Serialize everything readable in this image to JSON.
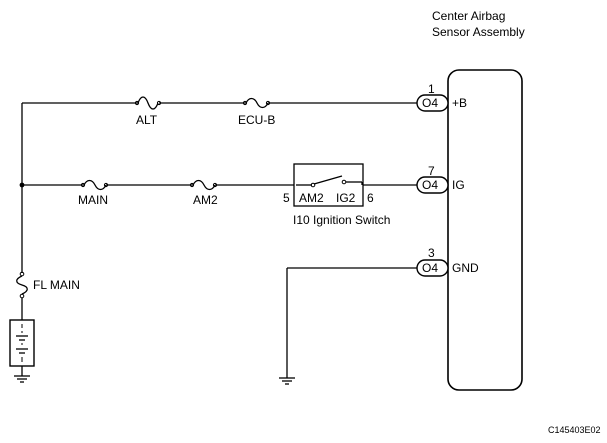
{
  "component": {
    "title_line1": "Center Airbag",
    "title_line2": "Sensor Assembly"
  },
  "pins": [
    {
      "pin_number": "1",
      "connector": "O4",
      "terminal": "+B"
    },
    {
      "pin_number": "7",
      "connector": "O4",
      "terminal": "IG"
    },
    {
      "pin_number": "3",
      "connector": "O4",
      "terminal": "GND"
    }
  ],
  "fuses": {
    "alt": "ALT",
    "ecu_b": "ECU-B",
    "main": "MAIN",
    "am2": "AM2",
    "fl_main": "FL MAIN"
  },
  "ignition_switch": {
    "name": "I10 Ignition Switch",
    "left_terminal": "AM2",
    "right_terminal": "IG2",
    "left_pin": "5",
    "right_pin": "6"
  },
  "figure_code": "C145403E02"
}
